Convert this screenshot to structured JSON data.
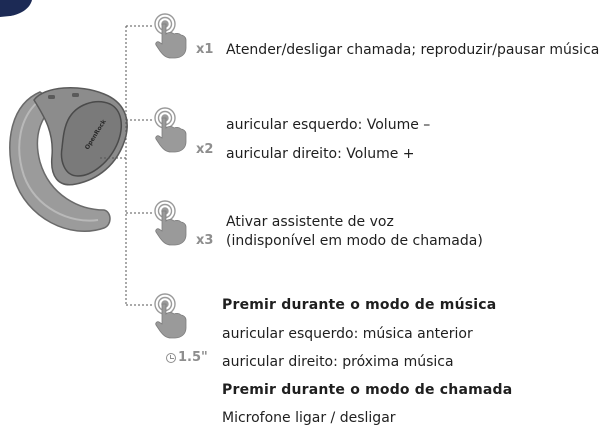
{
  "device": {
    "brand_text": "OpenRock"
  },
  "gestures": [
    {
      "tap_count": "x1",
      "lines": [
        "Atender/desligar chamada; reproduzir/pausar música"
      ]
    },
    {
      "tap_count": "x2",
      "lines": [
        "auricular esquerdo: Volume –",
        "auricular direito: Volume +"
      ]
    },
    {
      "tap_count": "x3",
      "lines": [
        "Ativar assistente de voz",
        "(indisponível em modo de chamada)"
      ]
    },
    {
      "hold_duration": "1.5\"",
      "music_mode_heading": "Premir durante o modo de música",
      "music_lines": [
        "auricular esquerdo: música anterior",
        "auricular direito: próxima música"
      ],
      "call_mode_heading": "Premir durante o modo de chamada",
      "call_lines": [
        "Microfone ligar / desligar"
      ]
    }
  ]
}
